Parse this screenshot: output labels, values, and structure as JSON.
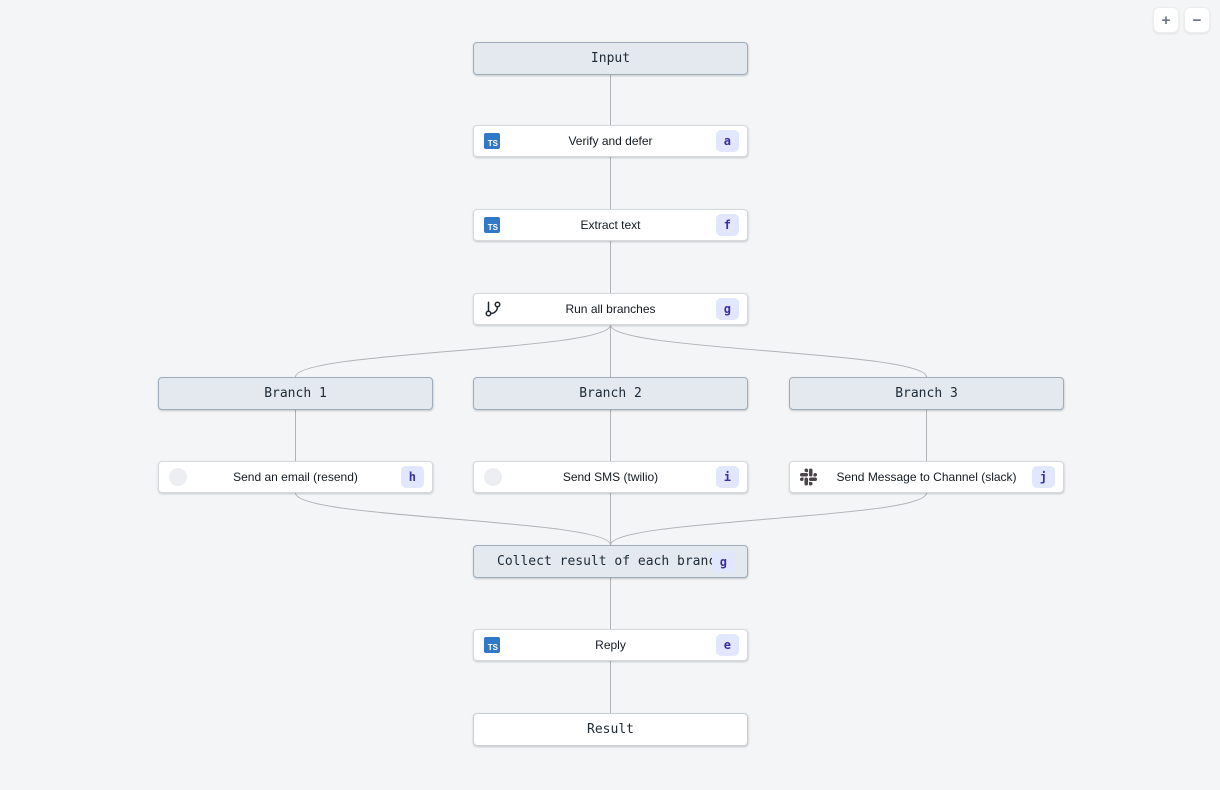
{
  "controls": {
    "zoom_in_label": "+",
    "zoom_out_label": "−"
  },
  "colors": {
    "background": "#f4f5f6",
    "edge": "#b1b1b7",
    "group_node_fill": "#e3e9ef",
    "group_node_border": "#9fadba",
    "task_node_fill": "#ffffff",
    "task_node_border": "#d4d9de",
    "badge_bg": "#e0e7ff",
    "badge_text": "#3730a3",
    "typescript_blue": "#3178c6",
    "slack_icon_gray": "#4a4548"
  },
  "nodes": {
    "input": {
      "label": "Input"
    },
    "verify": {
      "label": "Verify and defer",
      "badge": "a",
      "icon": "typescript-icon"
    },
    "extract": {
      "label": "Extract text",
      "badge": "f",
      "icon": "typescript-icon"
    },
    "run_all": {
      "label": "Run all branches",
      "badge": "g",
      "icon": "git-branch-icon"
    },
    "branch1": {
      "label": "Branch 1"
    },
    "branch2": {
      "label": "Branch 2"
    },
    "branch3": {
      "label": "Branch 3"
    },
    "send_email": {
      "label": "Send an email (resend)",
      "badge": "h",
      "icon": "resend-icon"
    },
    "send_sms": {
      "label": "Send SMS (twilio)",
      "badge": "i",
      "icon": "twilio-icon"
    },
    "send_slack": {
      "label": "Send Message to Channel (slack)",
      "badge": "j",
      "icon": "slack-icon"
    },
    "collect": {
      "label": "Collect result of each branch",
      "badge": "g"
    },
    "reply": {
      "label": "Reply",
      "badge": "e",
      "icon": "typescript-icon"
    },
    "result": {
      "label": "Result"
    }
  }
}
